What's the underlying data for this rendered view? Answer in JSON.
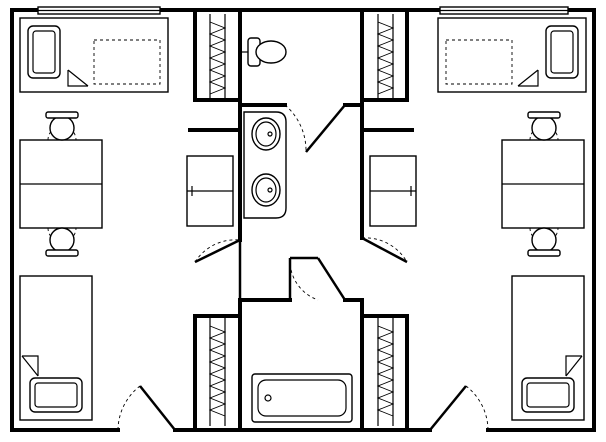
{
  "plan": {
    "rooms": [
      "bedroom-left",
      "bedroom-right",
      "toilet-room",
      "vanity",
      "bath-room"
    ],
    "colors": {
      "line": "#000000",
      "background": "#ffffff"
    }
  }
}
